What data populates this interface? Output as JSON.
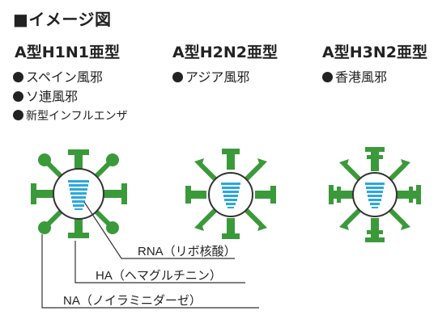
{
  "heading": "■イメージ図",
  "columns": [
    {
      "title": "A型H1N1亜型",
      "items": [
        "スペイン風邪",
        "ソ連風邪",
        "新型インフルエンザ"
      ]
    },
    {
      "title": "A型H2N2亜型",
      "items": [
        "アジア風邪"
      ]
    },
    {
      "title": "A型H3N2亜型",
      "items": [
        "香港風邪"
      ]
    }
  ],
  "labels": {
    "rna": "RNA（リボ核酸）",
    "ha": "HA（ヘマグルチニン）",
    "na": "NA（ノイラミニダーゼ）"
  },
  "colors": {
    "spike_green": "#3a9a3a",
    "rna_blue": "#29a8e0",
    "outline": "#333333",
    "text": "#222222"
  }
}
